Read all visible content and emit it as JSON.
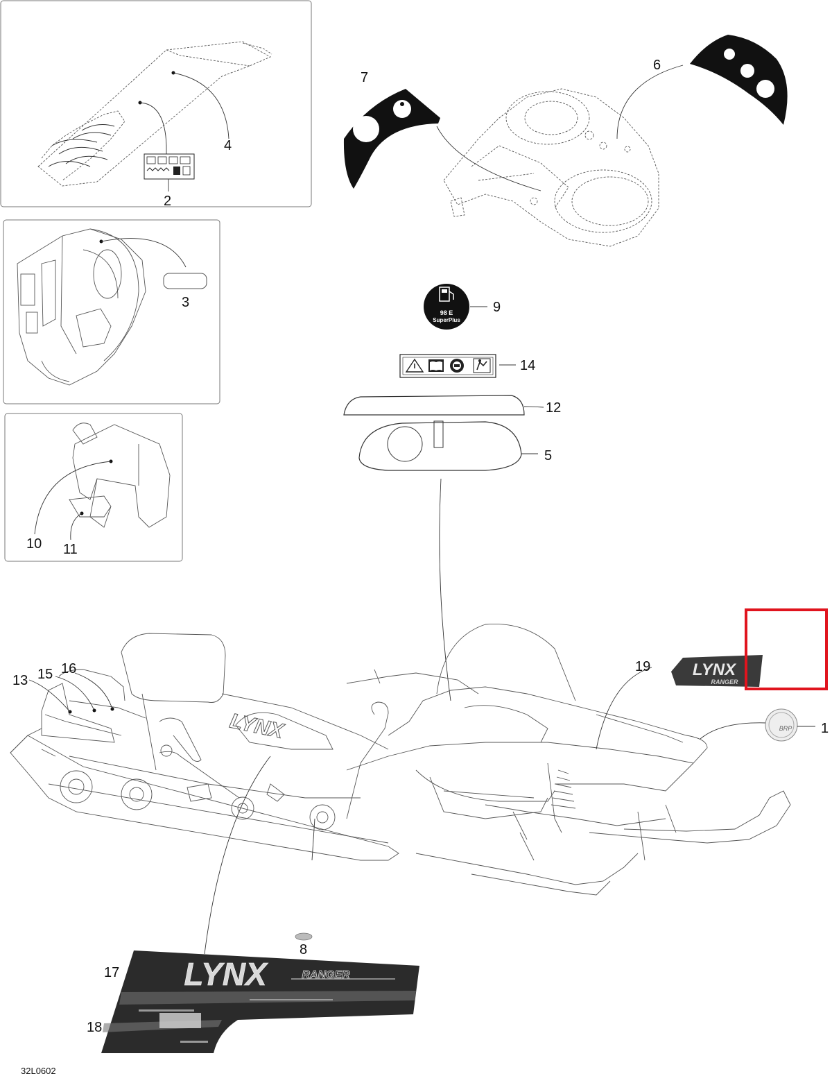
{
  "diagram": {
    "drawing_number": "32L0602",
    "highlight_color": "#e0141e",
    "line_color": "#333333",
    "callouts": [
      {
        "id": "c1",
        "label": "1"
      },
      {
        "id": "c2",
        "label": "2"
      },
      {
        "id": "c3",
        "label": "3"
      },
      {
        "id": "c4",
        "label": "4"
      },
      {
        "id": "c5",
        "label": "5"
      },
      {
        "id": "c6",
        "label": "6"
      },
      {
        "id": "c7",
        "label": "7"
      },
      {
        "id": "c8",
        "label": "8"
      },
      {
        "id": "c9",
        "label": "9"
      },
      {
        "id": "c10",
        "label": "10"
      },
      {
        "id": "c11",
        "label": "11"
      },
      {
        "id": "c12",
        "label": "12"
      },
      {
        "id": "c13",
        "label": "13"
      },
      {
        "id": "c14",
        "label": "14"
      },
      {
        "id": "c15",
        "label": "15"
      },
      {
        "id": "c16",
        "label": "16"
      },
      {
        "id": "c17",
        "label": "17"
      },
      {
        "id": "c18",
        "label": "18"
      },
      {
        "id": "c19",
        "label": "19"
      }
    ],
    "decal_texts": {
      "fuel_line1": "98 E",
      "fuel_line2": "SuperPlus",
      "brand": "LYNX",
      "model": "RANGER",
      "logo": "BRP"
    },
    "icons": [
      "warning-icon",
      "manual-icon",
      "helmet-icon",
      "passenger-icon",
      "fuel-pump-icon"
    ]
  }
}
